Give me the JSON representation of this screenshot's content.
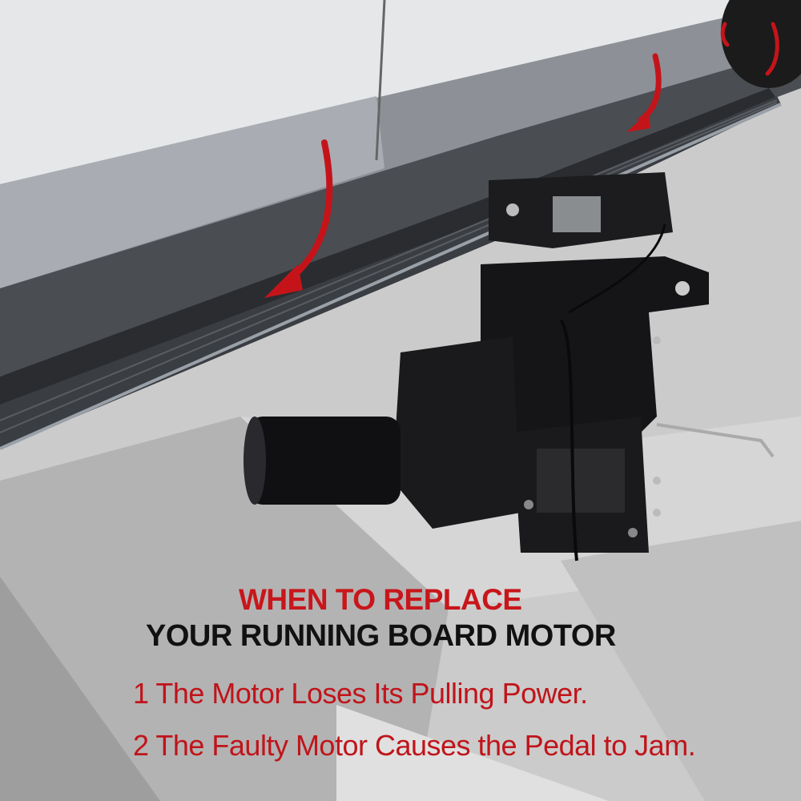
{
  "heading": {
    "line1": "WHEN TO REPLACE",
    "line2": "YOUR RUNNING BOARD MOTOR"
  },
  "reasons": [
    "1 The Motor Loses Its Pulling Power.",
    "2  The Faulty Motor Causes the Pedal to Jam."
  ],
  "colors": {
    "accent_red": "#c8161b",
    "heading_black": "#111111",
    "background": "#c9c9c9"
  }
}
